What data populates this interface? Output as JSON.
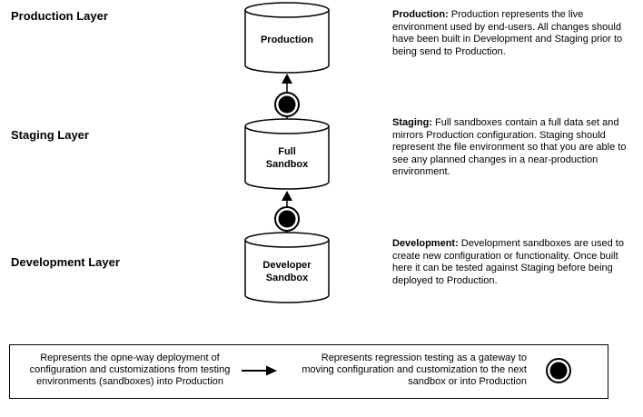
{
  "layers": [
    {
      "label": "Production Layer"
    },
    {
      "label": "Staging Layer"
    },
    {
      "label": "Development  Layer"
    }
  ],
  "nodes": [
    {
      "line1": "Production",
      "line2": ""
    },
    {
      "line1": "Full",
      "line2": "Sandbox"
    },
    {
      "line1": "Developer",
      "line2": "Sandbox"
    }
  ],
  "descriptions": [
    {
      "title": "Production:",
      "body": " Production represents the live environment used by end-users. All changes should have been built in Development and Staging prior to being send to Production."
    },
    {
      "title": "Staging:",
      "body": " Full sandboxes contain a full data set and mirrors Production configuration. Staging should represent the file environment so that you are able to see any planned changes in a near-production environment."
    },
    {
      "title": "Development:",
      "body": " Development sandboxes are used to create new configuration or functionality. Once built here it can be tested against Staging before being deployed to Production."
    }
  ],
  "legend": {
    "arrow_text": "Represents the opne-way deployment of configuration and customizations from testing environments (sandboxes) into Production",
    "gate_text": "Represents regression testing as a gateway to moving configuration and customization to the next sandbox or into Production"
  }
}
